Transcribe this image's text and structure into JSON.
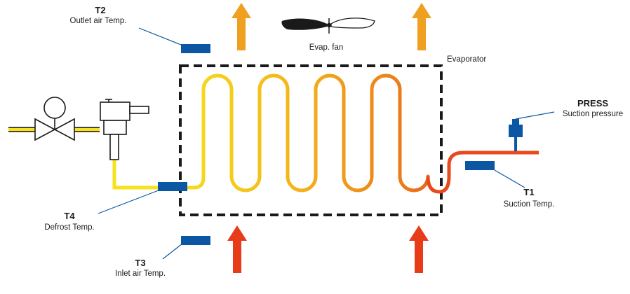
{
  "labels": {
    "t2": {
      "name": "T2",
      "desc": "Outlet air Temp."
    },
    "t4": {
      "name": "T4",
      "desc": "Defrost Temp."
    },
    "t3": {
      "name": "T3",
      "desc": "Inlet air Temp."
    },
    "t1": {
      "name": "T1",
      "desc": "Suction Temp."
    },
    "press": {
      "name": "PRESS",
      "desc": "Suction pressure"
    },
    "fan": "Evap. fan",
    "evaporator": "Evaporator"
  },
  "colors": {
    "sensor": "#0b57a4",
    "outlet_arrow": "#f0a020",
    "inlet_arrow": "#e83b1a",
    "liquid_line": "#f7e21b",
    "suction_line": "#e8491d",
    "outline": "#1a1a1a"
  }
}
